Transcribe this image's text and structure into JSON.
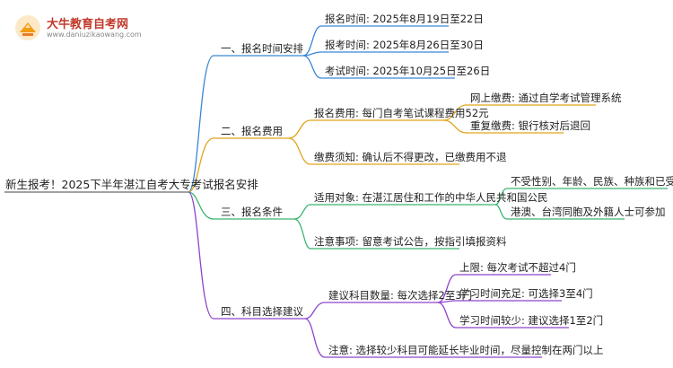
{
  "logo": {
    "name": "大牛教育自考网",
    "url": "www.daniuzikaowang.com"
  },
  "colors": {
    "branch1": "#3a86d6",
    "branch2": "#e0a41c",
    "branch3": "#3cb56f",
    "branch4": "#8e44c9",
    "root": "#444444"
  },
  "root": "新生报考！2025下半年湛江自考大专考试报名安排",
  "branches": [
    {
      "label": "一、报名时间安排",
      "children": [
        {
          "label": "报名时间: 2025年8月19日至22日"
        },
        {
          "label": "报考时间: 2025年8月26日至30日"
        },
        {
          "label": "考试时间: 2025年10月25日至26日"
        }
      ]
    },
    {
      "label": "二、报名费用",
      "children": [
        {
          "label": "报名费用: 每门自考笔试课程费用52元",
          "children": [
            {
              "label": "网上缴费: 通过自学考试管理系统"
            },
            {
              "label": "重复缴费: 银行核对后退回"
            }
          ]
        },
        {
          "label": "缴费须知: 确认后不得更改，已缴费用不退"
        }
      ]
    },
    {
      "label": "三、报名条件",
      "children": [
        {
          "label": "适用对象: 在湛江居住和工作的中华人民共和国公民",
          "children": [
            {
              "label": "不受性别、年龄、民族、种族和已受教育程度限制"
            },
            {
              "label": "港澳、台湾同胞及外籍人士可参加"
            }
          ]
        },
        {
          "label": "注意事项: 留意考试公告，按指引填报资料"
        }
      ]
    },
    {
      "label": "四、科目选择建议",
      "children": [
        {
          "label": "建议科目数量: 每次选择2至3门",
          "children": [
            {
              "label": "上限: 每次考试不超过4门"
            },
            {
              "label": "学习时间充足: 可选择3至4门"
            },
            {
              "label": "学习时间较少: 建议选择1至2门"
            }
          ]
        },
        {
          "label": "注意: 选择较少科目可能延长毕业时间，尽量控制在两门以上"
        }
      ]
    }
  ]
}
